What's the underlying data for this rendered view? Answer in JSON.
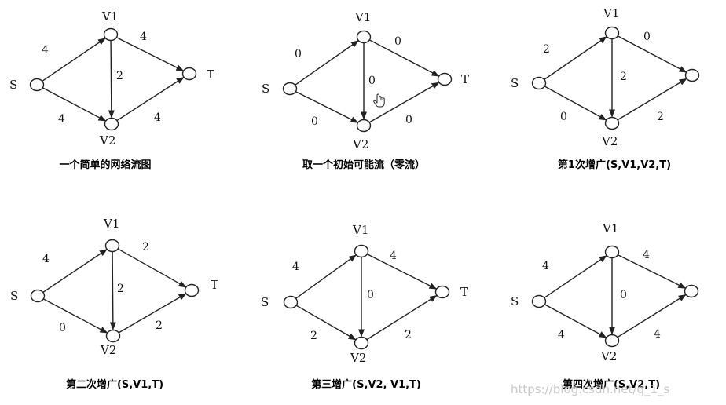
{
  "node_labels": {
    "S": "S",
    "V1": "V1",
    "V2": "V2",
    "T": "T"
  },
  "panels": [
    {
      "caption": "一个简单的网络流图",
      "flows": {
        "S_V1": "4",
        "V1_T": "4",
        "V1_V2": "2",
        "S_V2": "4",
        "V2_T": "4"
      },
      "show_S": true,
      "show_T": true,
      "cursor": false
    },
    {
      "caption": "取一个初始可能流（零流）",
      "flows": {
        "S_V1": "0",
        "V1_T": "0",
        "V1_V2": "0",
        "S_V2": "0",
        "V2_T": "0"
      },
      "show_S": true,
      "show_T": true,
      "cursor": true
    },
    {
      "caption": "第1次增广(S,V1,V2,T)",
      "flows": {
        "S_V1": "2",
        "V1_T": "0",
        "V1_V2": "2",
        "S_V2": "0",
        "V2_T": "2"
      },
      "show_S": true,
      "show_T": false,
      "cursor": false
    },
    {
      "caption": "第二次增广(S,V1,T)",
      "flows": {
        "S_V1": "4",
        "V1_T": "2",
        "V1_V2": "2",
        "S_V2": "0",
        "V2_T": "2"
      },
      "show_S": true,
      "show_T": true,
      "cursor": false
    },
    {
      "caption": "第三增广(S,V2, V1,T)",
      "flows": {
        "S_V1": "4",
        "V1_T": "4",
        "V1_V2": "0",
        "S_V2": "2",
        "V2_T": "2"
      },
      "show_S": true,
      "show_T": true,
      "cursor": false
    },
    {
      "caption": "第四次增广(S,V2,T)",
      "flows": {
        "S_V1": "4",
        "V1_T": "4",
        "V1_V2": "0",
        "S_V2": "4",
        "V2_T": "4"
      },
      "show_S": true,
      "show_T": false,
      "cursor": false
    }
  ],
  "watermark": "https://blog.csdn.net/q_1_s",
  "colors": {
    "ink": "#222222",
    "watermark": "#c8c8c8"
  }
}
